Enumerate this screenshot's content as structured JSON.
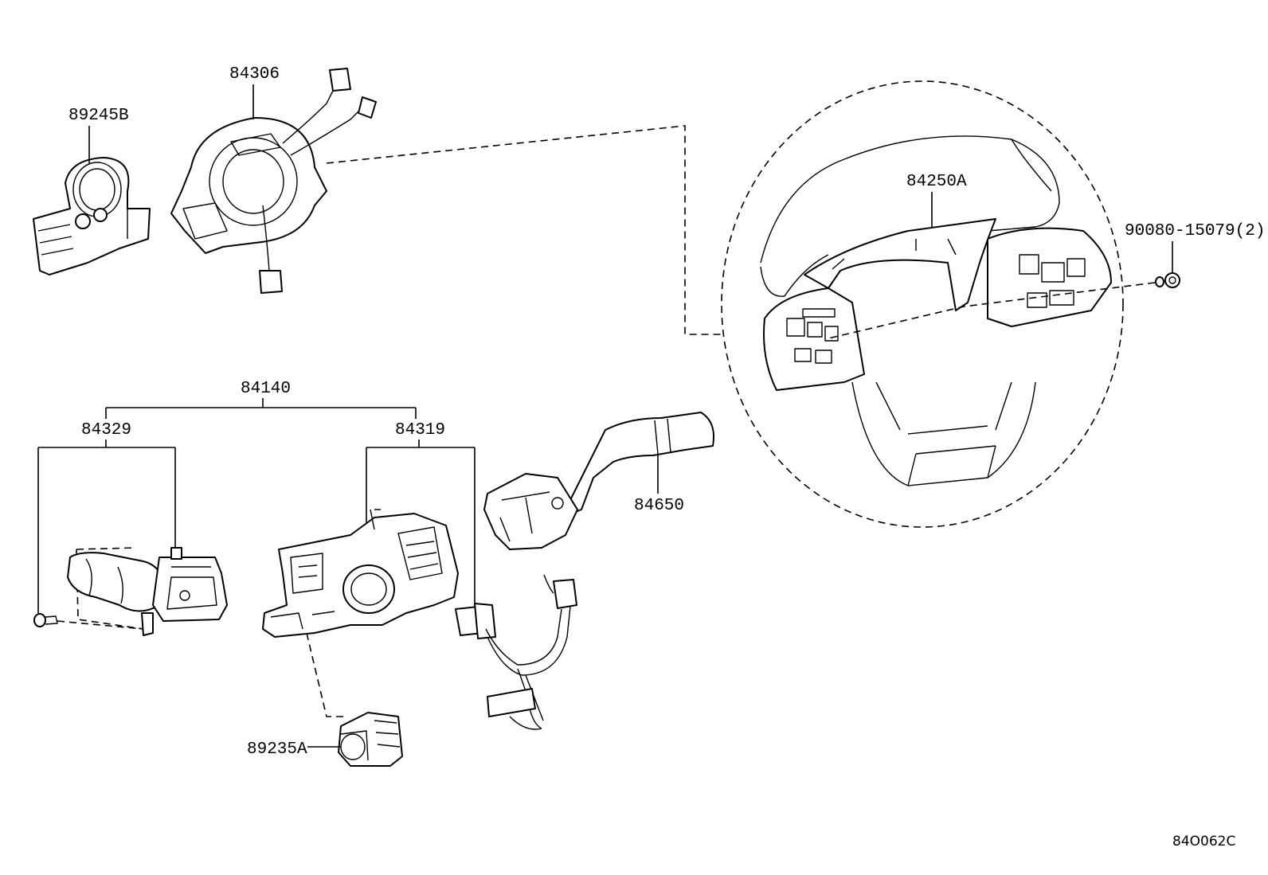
{
  "diagram": {
    "parts": {
      "clockspring_sensor": "89245B",
      "spiral_cable": "84306",
      "steering_wheel_switch": "84250A",
      "bolt": "90080-15079(2)",
      "combination_switch_assy": "84140",
      "light_switch": "84329",
      "switch_body": "84319",
      "wiper_switch": "84650",
      "steering_sensor": "89235A"
    },
    "reference_code": "84O062C"
  }
}
